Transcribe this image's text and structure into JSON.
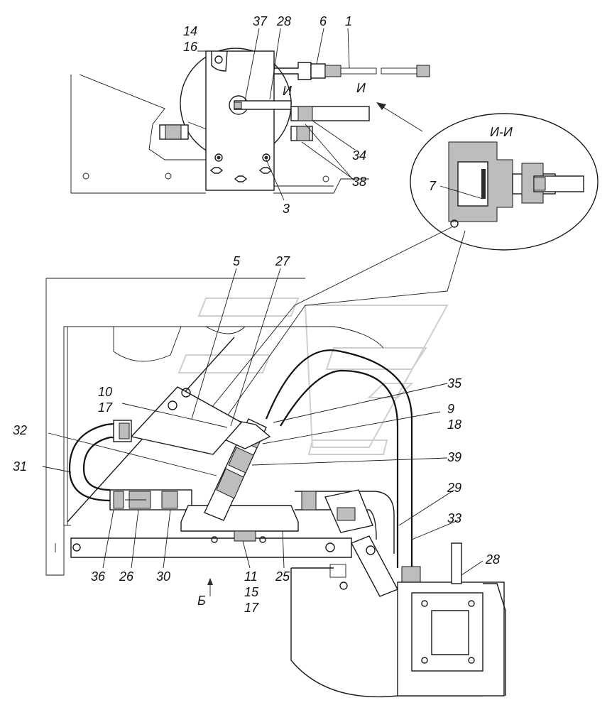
{
  "section_title": "И-И",
  "section_marks": [
    "И",
    "И"
  ],
  "view_mark": "Б",
  "callouts": {
    "c1": "1",
    "c3": "3",
    "c5": "5",
    "c6": "6",
    "c7": "7",
    "c9": "9",
    "c10": "10",
    "c11": "11",
    "c14": "14",
    "c15": "15",
    "c16": "16",
    "c17a": "17",
    "c17b": "17",
    "c18": "18",
    "c25": "25",
    "c26": "26",
    "c27": "27",
    "c28a": "28",
    "c28b": "28",
    "c29": "29",
    "c30": "30",
    "c31": "31",
    "c32": "32",
    "c33": "33",
    "c34": "34",
    "c35": "35",
    "c36": "36",
    "c37": "37",
    "c38": "38",
    "c39": "39"
  }
}
